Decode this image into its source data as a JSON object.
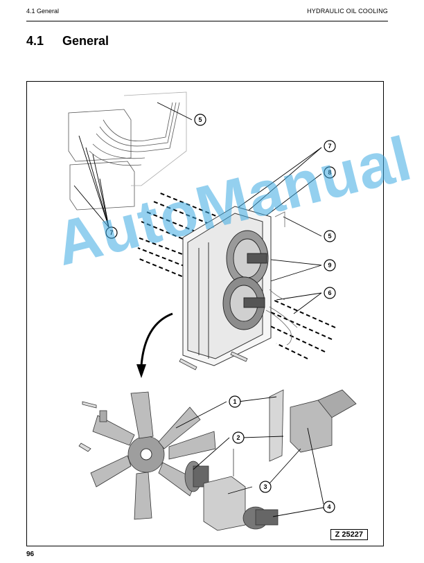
{
  "header": {
    "section": "4.1 General",
    "chapter": "HYDRAULIC OIL COOLING"
  },
  "heading": {
    "number": "4.1",
    "text": "General"
  },
  "figure": {
    "reference": "Z 25227",
    "callouts": [
      "1",
      "2",
      "3",
      "4",
      "5",
      "5",
      "6",
      "7",
      "7",
      "8",
      "9"
    ]
  },
  "watermark": "AutoManual",
  "footer": {
    "page_number": "96"
  }
}
